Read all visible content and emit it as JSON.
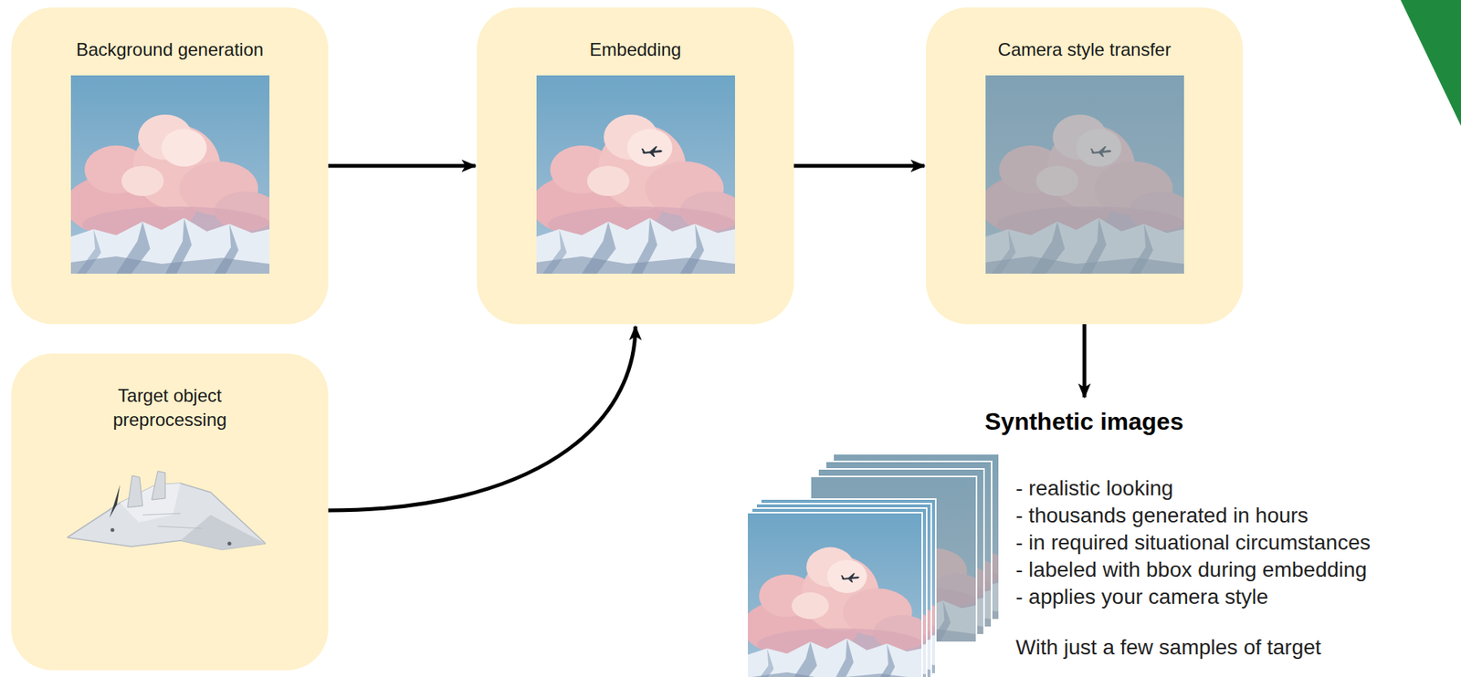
{
  "diagram": {
    "nodes": [
      {
        "text": [
          "Background generation"
        ]
      },
      {
        "text": [
          "Embedding"
        ]
      },
      {
        "text": [
          "Camera style transfer"
        ]
      },
      {
        "text": [
          "Target object preprocessing"
        ]
      },
      {
        "text": [
          "Synthetic images"
        ]
      }
    ],
    "edges": [
      {
        "from": 0,
        "to": 1,
        "arrow": "to"
      },
      {
        "from": 1,
        "to": 2,
        "arrow": "to"
      },
      {
        "from": 3,
        "to": 1,
        "arrow": "to"
      },
      {
        "from": 2,
        "to": 4,
        "arrow": "to"
      }
    ],
    "labels": [
      "- realistic looking",
      "- thousands generated in hours",
      "- in required situational circumstances",
      "- labeled with bbox during embedding",
      "- applies your camera style",
      "With just a few samples of target"
    ]
  }
}
